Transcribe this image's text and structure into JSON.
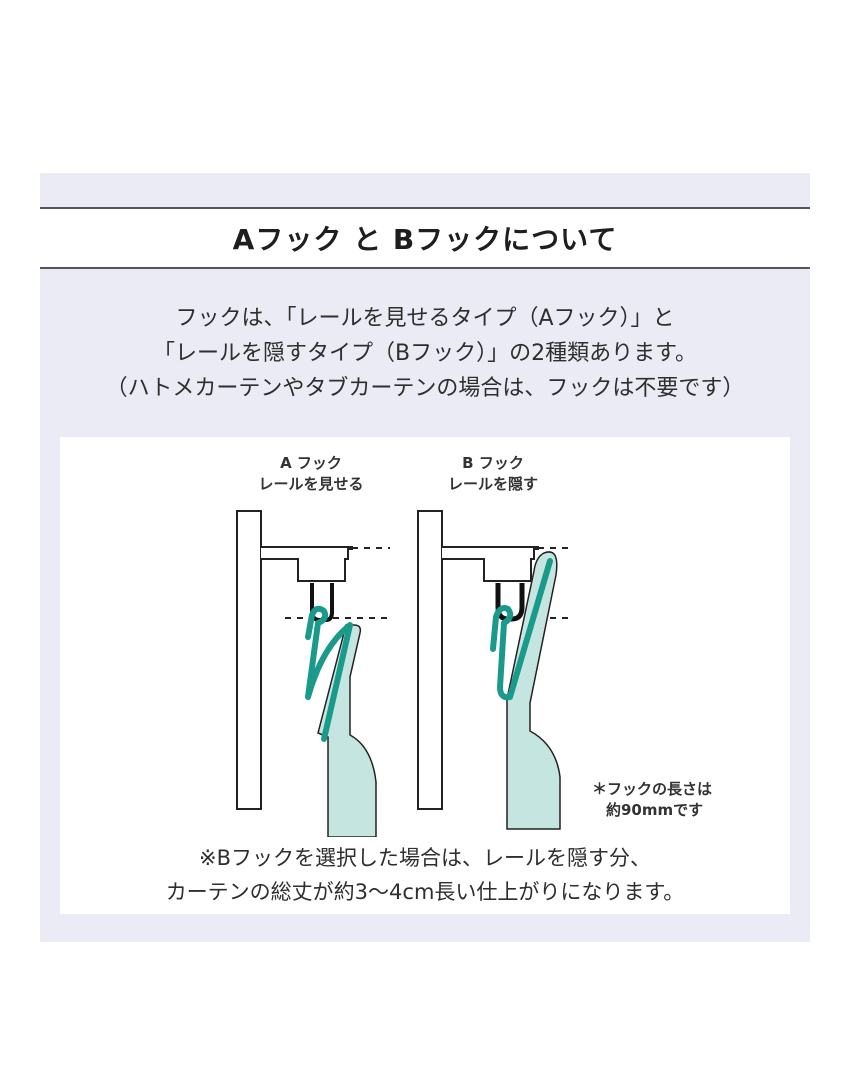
{
  "header": {
    "title": "Aフック と Bフックについて"
  },
  "intro": {
    "lines": [
      "フックは、「レールを見せるタイプ（Aフック）」と",
      "「レールを隠すタイプ（Bフック）」の2種類あります。",
      "（ハトメカーテンやタブカーテンの場合は、フックは不要です）"
    ]
  },
  "diagram": {
    "hook_a": {
      "name": "A フック",
      "caption": "レールを見せる"
    },
    "hook_b": {
      "name": "B フック",
      "caption": "レールを隠す"
    },
    "note": {
      "lines": [
        "＊フックの長さは",
        "約90mmです"
      ]
    },
    "colors": {
      "hook": "#1a9a8a",
      "curtain": "#c5e6e0",
      "outline": "#222222",
      "background": "#ebebf5"
    }
  },
  "footer": {
    "lines": [
      "※Bフックを選択した場合は、レールを隠す分、",
      "カーテンの総丈が約3〜4cm長い仕上がりになります。"
    ]
  }
}
